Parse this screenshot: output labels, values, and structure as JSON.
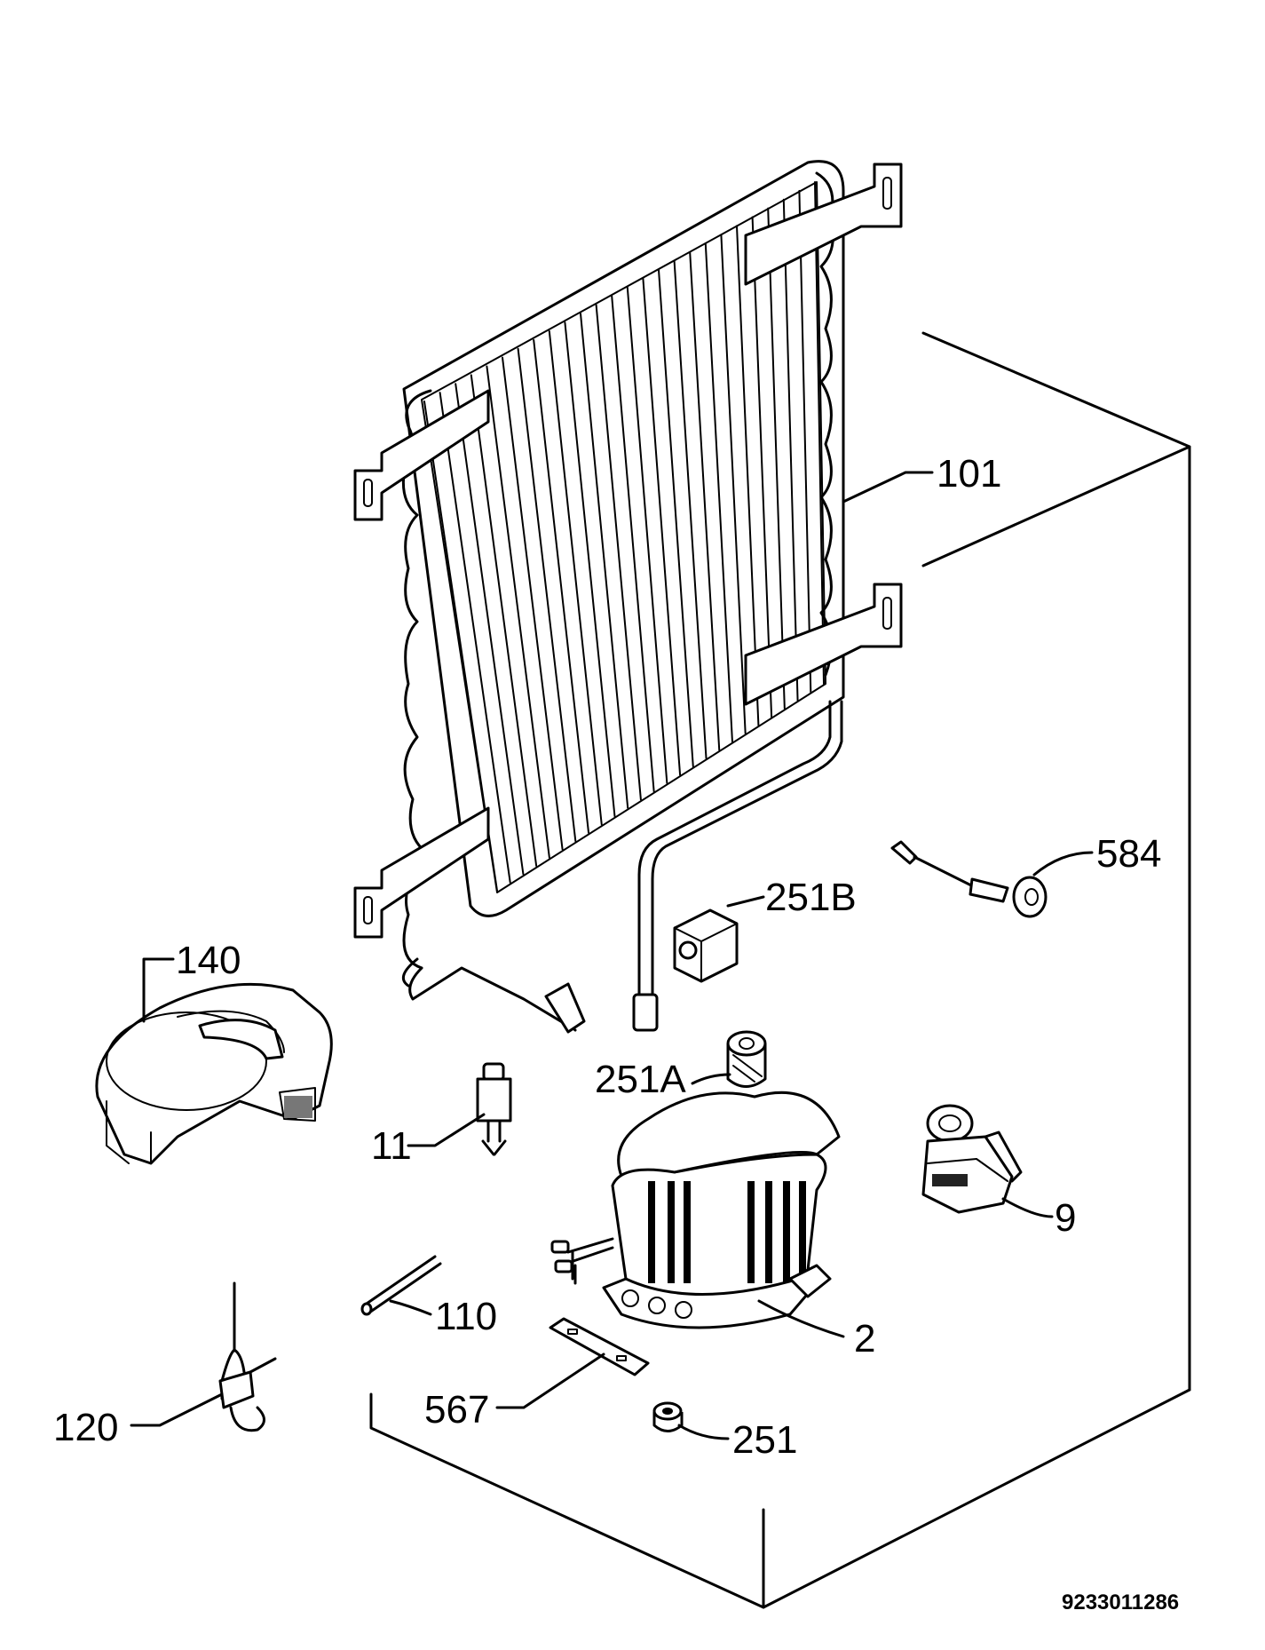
{
  "labels": {
    "p101": "101",
    "p584": "584",
    "p251B": "251B",
    "p140": "140",
    "p251A": "251A",
    "p11": "11",
    "p9": "9",
    "p110": "110",
    "p2": "2",
    "p567": "567",
    "p120": "120",
    "p251": "251"
  },
  "document_number": "9233011286"
}
